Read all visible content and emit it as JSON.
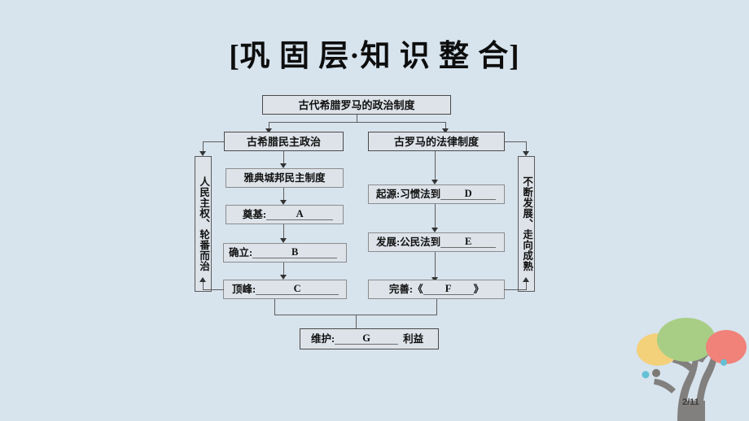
{
  "slide": {
    "title": "[巩 固 层·知 识 整 合]",
    "page_number": "2/11",
    "background_color": "#d7e3ed",
    "box_fill_color": "#dde3e9",
    "box_border_color": "#8c8c8c"
  },
  "diagram": {
    "root": {
      "label": "古代希腊罗马的政治制度"
    },
    "branches": [
      {
        "label": "古希腊民主政治"
      },
      {
        "label": "古罗马的法律制度"
      }
    ],
    "left_column": [
      {
        "label": "雅典城邦民主制度",
        "blank": ""
      },
      {
        "label": "奠基:",
        "blank": "A"
      },
      {
        "label": "确立:",
        "blank": "B"
      },
      {
        "label": "顶峰:",
        "blank": "C"
      }
    ],
    "right_column": [
      {
        "label": "起源:习惯法到",
        "blank": "D"
      },
      {
        "label": "发展:公民法到",
        "blank": "E"
      },
      {
        "label": "完善:《",
        "blank": "F",
        "suffix": "》"
      }
    ],
    "side_labels": {
      "left": "人民主权、轮番而治",
      "right": "不断发展、走向成熟"
    },
    "bottom": {
      "label": "维护:",
      "blank": "G",
      "suffix": "利益"
    }
  },
  "decoration": {
    "tree_trunk_color": "#82807e",
    "foliage": [
      {
        "name": "yellow-blob",
        "color": "#f3d07a"
      },
      {
        "name": "green-blob",
        "color": "#a8ce85"
      },
      {
        "name": "red-blob",
        "color": "#f0827a"
      }
    ],
    "dots": [
      {
        "name": "teal-dot",
        "color": "#64c0d4"
      },
      {
        "name": "gray-dot",
        "color": "#7d7975"
      }
    ]
  }
}
